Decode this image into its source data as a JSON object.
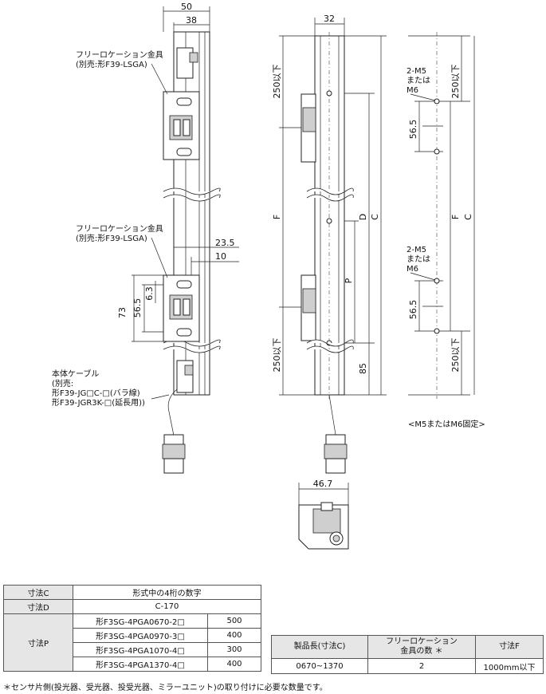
{
  "drawing": {
    "dims_top_left": [
      "50",
      "38"
    ],
    "dims_top_center": "32",
    "dim_bottom_view": "46.7",
    "label_bracket_1": [
      "フリーロケーション金具",
      "(別売:形F39-LSGA)"
    ],
    "label_bracket_2": [
      "フリーロケーション金具",
      "(別売:形F39-LSGA)"
    ],
    "dims_bracket": [
      "23.5",
      "10",
      "6.3",
      "56.5",
      "73"
    ],
    "cable_label": [
      "本体ケーブル",
      "(別売:",
      "形F39-JG□C-□(バラ線)",
      "形F39-JGR3K-□(延長用))"
    ],
    "center_dims": [
      "250以下",
      "F",
      "D",
      "C",
      "P",
      "250以下",
      "85"
    ],
    "right_view": {
      "hole_label_1": [
        "2-M5",
        "または",
        "M6"
      ],
      "hole_label_2": [
        "2-M5",
        "または",
        "M6"
      ],
      "dims": [
        "250以下",
        "56.5",
        "F",
        "C",
        "56.5",
        "250以下"
      ],
      "caption": "<M5またはM6固定>"
    }
  },
  "table_left": {
    "rows": [
      {
        "label": "寸法C",
        "value": "形式中の4桁の数字"
      },
      {
        "label": "寸法D",
        "value": "C-170"
      }
    ],
    "dimP": {
      "label": "寸法P",
      "items": [
        {
          "model": "形F3SG-4PGA0670-2□",
          "value": "500"
        },
        {
          "model": "形F3SG-4PGA0970-3□",
          "value": "400"
        },
        {
          "model": "形F3SG-4PGA1070-4□",
          "value": "300"
        },
        {
          "model": "形F3SG-4PGA1370-4□",
          "value": "400"
        }
      ]
    }
  },
  "table_right": {
    "headers": [
      "製品長(寸法C)",
      "フリーロケーション",
      "金具の数 ＊",
      "寸法F"
    ],
    "row": [
      "0670~1370",
      "2",
      "1000mm以下"
    ]
  },
  "footnote": "＊センサ片側(投光器、受光器、投受光器、ミラーユニット)の取り付けに必要な数量です。"
}
